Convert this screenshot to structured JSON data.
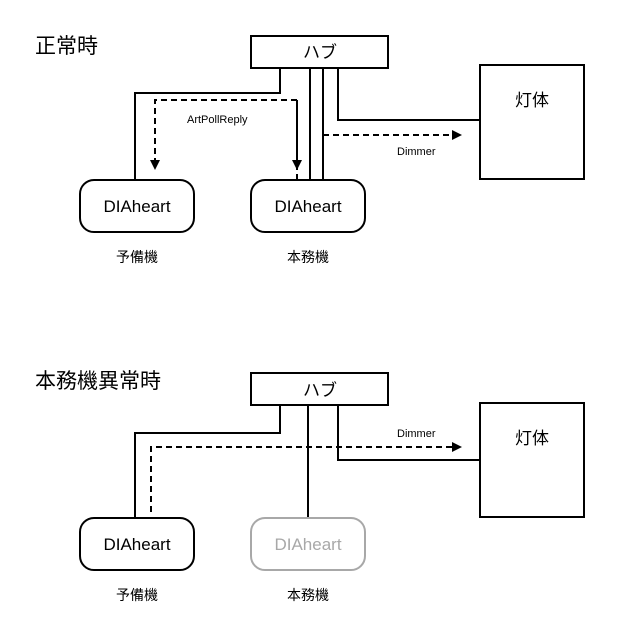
{
  "normal": {
    "title": "正常時",
    "hub": "ハブ",
    "fixture": "灯体",
    "backup_node": "DIAheart",
    "backup_caption": "予備機",
    "primary_node": "DIAheart",
    "primary_caption": "本務機",
    "artpoll_label": "ArtPollReply",
    "dimmer_label": "Dimmer"
  },
  "failure": {
    "title": "本務機異常時",
    "hub": "ハブ",
    "fixture": "灯体",
    "backup_node": "DIAheart",
    "backup_caption": "予備機",
    "primary_node": "DIAheart",
    "primary_caption": "本務機",
    "dimmer_label": "Dimmer"
  },
  "colors": {
    "line": "#000000",
    "inactive": "#a8a8a8"
  }
}
